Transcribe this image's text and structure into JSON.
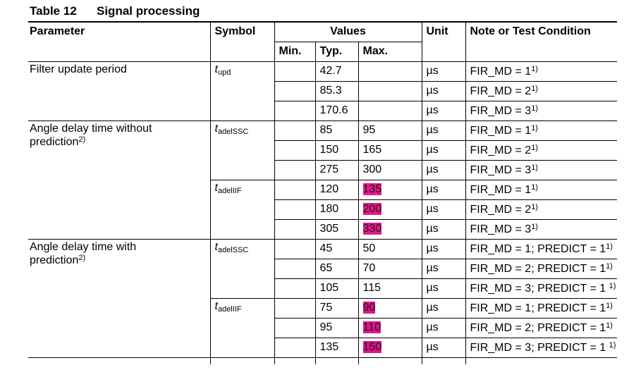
{
  "caption": {
    "number": "Table 12",
    "title": "Signal processing"
  },
  "headers": {
    "parameter": "Parameter",
    "symbol": "Symbol",
    "values": "Values",
    "min": "Min.",
    "typ": "Typ.",
    "max": "Max.",
    "unit": "Unit",
    "note": "Note or Test Condition"
  },
  "groups": [
    {
      "parameter": "Filter update period",
      "symbol": {
        "base": "t",
        "sub": "upd"
      },
      "rows": [
        {
          "min": "",
          "typ": "42.7",
          "max": "",
          "unit": "µs",
          "note": "FIR_MD = 1",
          "fn": "1)"
        },
        {
          "min": "",
          "typ": "85.3",
          "max": "",
          "unit": "µs",
          "note": "FIR_MD = 2",
          "fn": "1)"
        },
        {
          "min": "",
          "typ": "170.6",
          "max": "",
          "unit": "µs",
          "note": "FIR_MD = 3",
          "fn": "1)"
        }
      ]
    },
    {
      "parameter": "Angle delay time without prediction",
      "parameter_lines": [
        "Angle delay time without",
        "prediction"
      ],
      "parameter_fn": "2)",
      "subgroups": [
        {
          "symbol": {
            "base": "t",
            "sub": "adelSSC"
          },
          "rows": [
            {
              "min": "",
              "typ": "85",
              "max": "95",
              "unit": "µs",
              "note": "FIR_MD = 1",
              "fn": "1)"
            },
            {
              "min": "",
              "typ": "150",
              "max": "165",
              "unit": "µs",
              "note": "FIR_MD = 2",
              "fn": "1)"
            },
            {
              "min": "",
              "typ": "275",
              "max": "300",
              "unit": "µs",
              "note": "FIR_MD = 3",
              "fn": "1)"
            }
          ]
        },
        {
          "symbol": {
            "base": "t",
            "sub": "adelIIF"
          },
          "rows": [
            {
              "min": "",
              "typ": "120",
              "max": "135",
              "unit": "µs",
              "note": "FIR_MD = 1",
              "fn": "1)",
              "highlight": true
            },
            {
              "min": "",
              "typ": "180",
              "max": "200",
              "unit": "µs",
              "note": "FIR_MD = 2",
              "fn": "1)",
              "highlight": true
            },
            {
              "min": "",
              "typ": "305",
              "max": "330",
              "unit": "µs",
              "note": "FIR_MD = 3",
              "fn": "1)",
              "highlight": true
            }
          ]
        }
      ]
    },
    {
      "parameter_lines": [
        "Angle delay time with",
        "prediction"
      ],
      "parameter_fn": "2)",
      "subgroups": [
        {
          "symbol": {
            "base": "t",
            "sub": "adelSSC"
          },
          "rows": [
            {
              "min": "",
              "typ": "45",
              "max": "50",
              "unit": "µs",
              "note": "FIR_MD = 1; PREDICT = 1",
              "fn": "1)"
            },
            {
              "min": "",
              "typ": "65",
              "max": "70",
              "unit": "µs",
              "note": "FIR_MD = 2; PREDICT = 1",
              "fn": "1)"
            },
            {
              "min": "",
              "typ": "105",
              "max": "115",
              "unit": "µs",
              "note": "FIR_MD = 3; PREDICT = 1 ",
              "fn": "1)"
            }
          ]
        },
        {
          "symbol": {
            "base": "t",
            "sub": "adelIIF"
          },
          "rows": [
            {
              "min": "",
              "typ": "75",
              "max": "90",
              "unit": "µs",
              "note": "FIR_MD = 1; PREDICT = 1",
              "fn": "1)",
              "highlight": true
            },
            {
              "min": "",
              "typ": "95",
              "max": "110",
              "unit": "µs",
              "note": "FIR_MD = 2; PREDICT = 1",
              "fn": "1)",
              "highlight": true
            },
            {
              "min": "",
              "typ": "135",
              "max": "150",
              "unit": "µs",
              "note": "FIR_MD = 3; PREDICT = 1 ",
              "fn": "1)",
              "highlight": true
            }
          ]
        }
      ]
    }
  ],
  "colors": {
    "highlight": "#e6198a",
    "border": "#000000"
  }
}
